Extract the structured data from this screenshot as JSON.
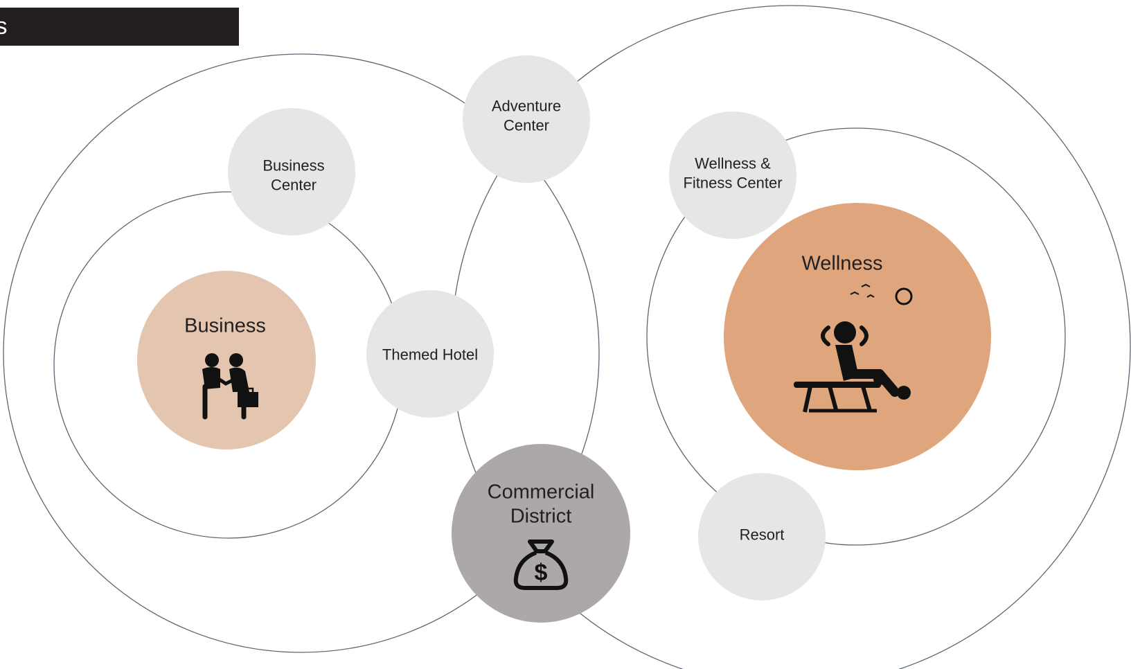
{
  "header": {
    "title": "ts"
  },
  "nodes": {
    "adventure_center": "Adventure\nCenter",
    "business_center": "Business\nCenter",
    "themed_hotel": "Themed Hotel",
    "business": "Business",
    "wellness_fitness_center": "Wellness &\nFitness Center",
    "wellness": "Wellness",
    "resort": "Resort",
    "commercial_district": "Commercial\nDistrict"
  },
  "colors": {
    "title_bar": "#231f20",
    "ring_stroke": "#5b6472",
    "secondary_node": "#e6e6e7",
    "business_node": "#e4c6b0",
    "wellness_node": "#dfa67d",
    "commercial_node": "#aca8a7",
    "icon": "#111111"
  },
  "icons": {
    "business": "handshake-icon",
    "wellness": "lounging-person-icon",
    "commercial": "money-bag-icon"
  }
}
